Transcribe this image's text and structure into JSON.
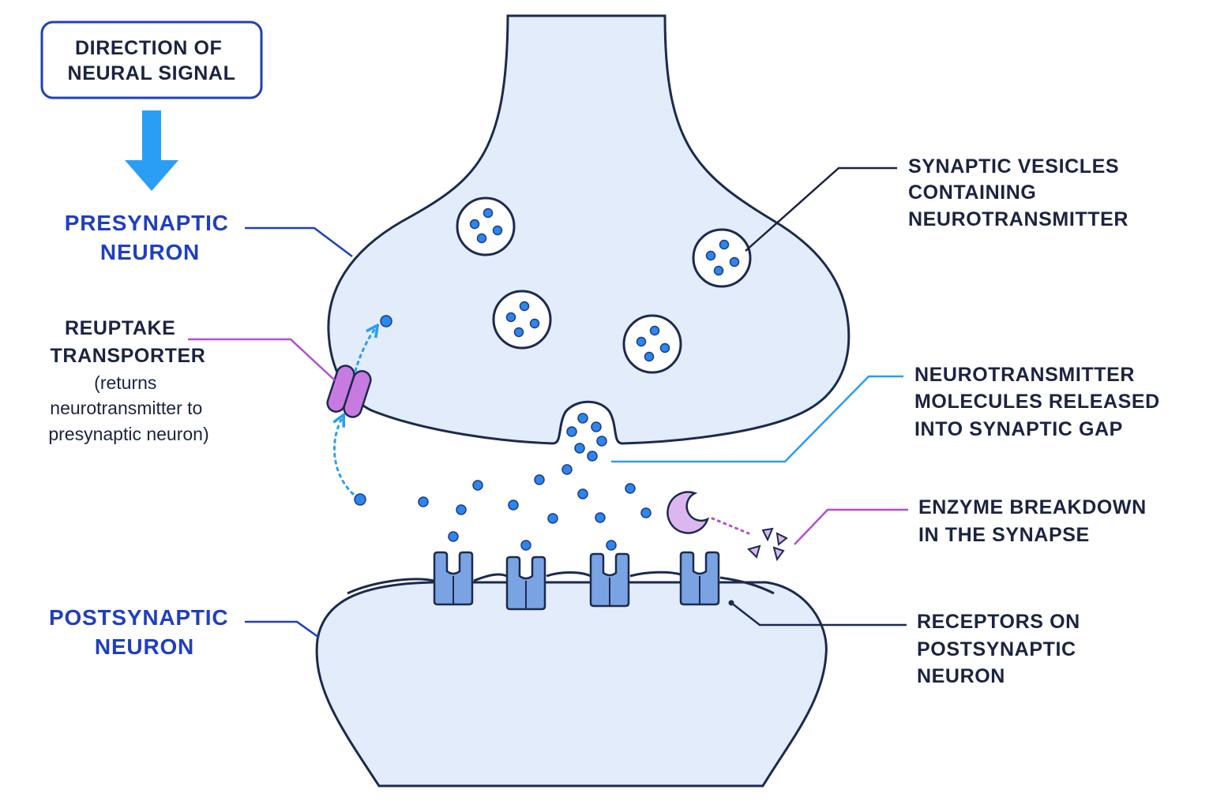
{
  "direction_box": {
    "line1": "DIRECTION OF",
    "line2": "NEURAL SIGNAL"
  },
  "labels": {
    "presynaptic": {
      "line1": "PRESYNAPTIC",
      "line2": "NEURON"
    },
    "postsynaptic": {
      "line1": "POSTSYNAPTIC",
      "line2": "NEURON"
    },
    "reuptake": {
      "line1": "REUPTAKE",
      "line2": "TRANSPORTER",
      "note1": "(returns",
      "note2": "neurotransmitter to",
      "note3": "presynaptic neuron)"
    },
    "vesicles": {
      "line1": "SYNAPTIC VESICLES",
      "line2": "CONTAINING",
      "line3": "NEUROTRANSMITTER"
    },
    "released": {
      "line1": "NEUROTRANSMITTER",
      "line2": "MOLECULES RELEASED",
      "line3": "INTO SYNAPTIC GAP"
    },
    "enzyme": {
      "line1": "ENZYME BREAKDOWN",
      "line2": "IN THE SYNAPSE"
    },
    "receptors": {
      "line1": "RECEPTORS ON",
      "line2": "POSTSYNAPTIC",
      "line3": "NEURON"
    }
  },
  "colors": {
    "membrane_fill": "#e3ecfa",
    "membrane_stroke": "#1b2a4e",
    "neurotransmitter": "#2d86ea",
    "heading_blue": "#1f3fbf",
    "signal_arrow": "#2a9df4",
    "transporter": "#c77be0",
    "enzyme": "#dcb6ef",
    "receptor": "#7aa3e3"
  },
  "icons": {
    "direction_arrow": "arrow-down-icon",
    "vesicle": "vesicle-icon",
    "receptor": "receptor-icon",
    "transporter": "transporter-icon",
    "enzyme": "enzyme-icon"
  }
}
